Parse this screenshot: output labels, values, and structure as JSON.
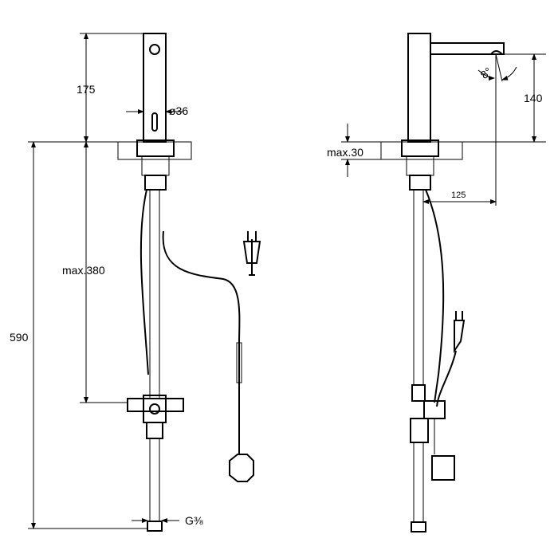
{
  "front_view": {
    "dim_spout_height": "175",
    "dim_diameter": "ø36",
    "dim_max_depth": "max.380",
    "dim_total": "590",
    "dim_connection": "G⅜"
  },
  "side_view": {
    "dim_outlet_height": "140",
    "dim_max_counter": "max.30",
    "dim_projection": "125",
    "dim_angle": "8°"
  },
  "colors": {
    "line": "#000000",
    "background": "#ffffff"
  }
}
